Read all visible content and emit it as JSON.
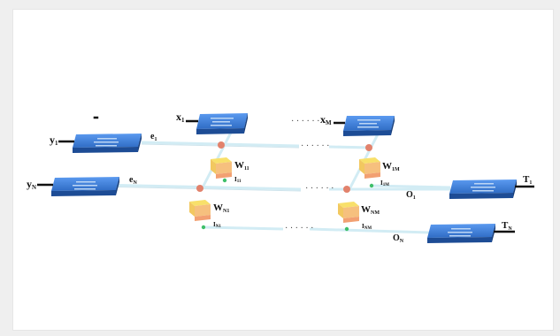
{
  "inputs": {
    "x1": {
      "main": "x",
      "sub": "1"
    },
    "xM": {
      "main": "x",
      "sub": "M"
    },
    "y1": {
      "main": "y",
      "sub": "1"
    },
    "yN": {
      "main": "y",
      "sub": "N"
    }
  },
  "edges": {
    "e1": {
      "main": "e",
      "sub": "1"
    },
    "eN": {
      "main": "e",
      "sub": "N"
    }
  },
  "weights": {
    "W11": {
      "main": "W",
      "sub": "11"
    },
    "W1M": {
      "main": "W",
      "sub": "1M"
    },
    "WN1": {
      "main": "W",
      "sub": "N1"
    },
    "WNM": {
      "main": "W",
      "sub": "NM"
    }
  },
  "currents": {
    "I11": {
      "main": "I",
      "sub": "11"
    },
    "I1M": {
      "main": "I",
      "sub": "1M"
    },
    "IN1": {
      "main": "I",
      "sub": "N1"
    },
    "INM": {
      "main": "I",
      "sub": "NM"
    }
  },
  "outputs": {
    "O1": {
      "main": "O",
      "sub": "1"
    },
    "ON": {
      "main": "O",
      "sub": "N"
    }
  },
  "targets": {
    "T1": {
      "main": "T",
      "sub": "1"
    },
    "TN": {
      "main": "T",
      "sub": "N"
    }
  },
  "ellipsis": "· · · · · ·",
  "colors": {
    "block_top": "#3f7fd6",
    "block_side": "#1f4f9a",
    "wire": "#cfe8f2",
    "node_red": "#e0826a",
    "node_green": "#3fbf6a",
    "weight_top": "#f7d44a",
    "weight_front": "#f4b87a"
  }
}
